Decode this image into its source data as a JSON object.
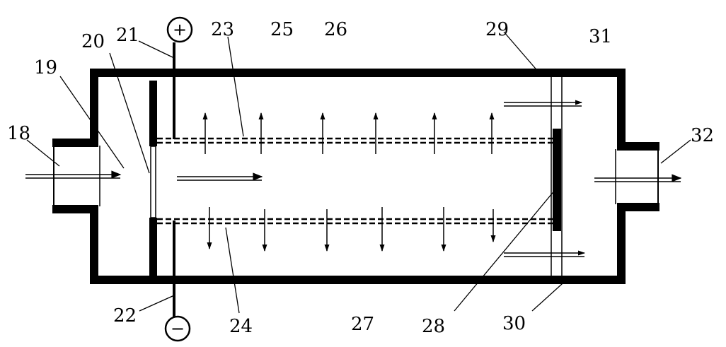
{
  "labels": {
    "l18": "18",
    "l19": "19",
    "l20": "20",
    "l21": "21",
    "l22": "22",
    "l23": "23",
    "l24": "24",
    "l25": "25",
    "l26": "26",
    "l27": "27",
    "l28": "28",
    "l29": "29",
    "l30": "30",
    "l31": "31",
    "l32": "32"
  },
  "terminals": {
    "positive": "+",
    "negative": "−"
  }
}
